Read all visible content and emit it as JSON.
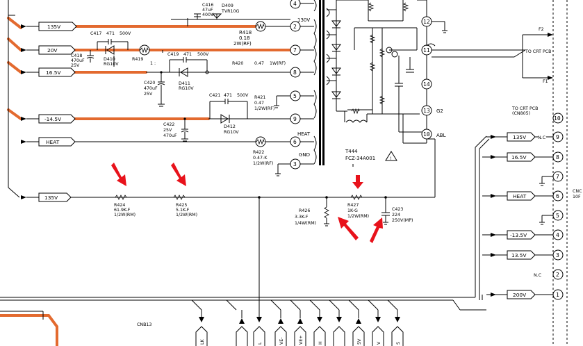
{
  "nets": {
    "left_tags": [
      "135V",
      "20V",
      "16.5V",
      "-14.5V",
      "HEAT",
      "135V"
    ],
    "right_tags": [
      "135V",
      "16.5V",
      "HEAT",
      "-13.5V",
      "13.5V",
      "200V"
    ]
  },
  "components": {
    "c416": [
      "C416",
      "47uF",
      "400V"
    ],
    "d409": [
      "D409",
      "TVR10G"
    ],
    "c417": [
      "C417",
      "471",
      "500V"
    ],
    "c418": [
      "C418",
      "470uF",
      "25V"
    ],
    "d410": [
      "D410",
      "RG10V"
    ],
    "r419": [
      "R419",
      "1 :"
    ],
    "r418": [
      "R418",
      "0.18",
      "2W(RF)"
    ],
    "c419": [
      "C419",
      "471",
      "500V"
    ],
    "r420": [
      "R420",
      "0.47",
      "1W(RF)"
    ],
    "c420": [
      "C420",
      "470uF",
      "25V"
    ],
    "d411": [
      "D411",
      "RG10V"
    ],
    "c421": [
      "C421",
      "471",
      "500V"
    ],
    "r421": [
      "R421",
      "0.47",
      "1/2W(RF)"
    ],
    "c422": [
      "C422",
      "25V",
      "470uF"
    ],
    "d412": [
      "D412",
      "RG10V"
    ],
    "r422": [
      "R422",
      "0.47-K",
      "1/2W(RF)"
    ],
    "r424": [
      "R424",
      "61.9K-F",
      "1/2W(RM)"
    ],
    "r425": [
      "R425",
      "5.1K-F",
      "1/2W(RM)"
    ],
    "r426": [
      "R426",
      "3.3K-F",
      "1/4W(RM)"
    ],
    "r427": [
      "R427",
      "1K-G",
      "1/2W(RM)"
    ],
    "c423": [
      "C423",
      "224",
      "250V(MP)"
    ]
  },
  "transformer": {
    "ref": "T444",
    "part": "FCZ-34A001",
    "pins": [
      "4",
      "2",
      "7",
      "8",
      "5",
      "9",
      "6",
      "3",
      "12",
      "11",
      "14",
      "13",
      "10"
    ],
    "pin_labels": [
      "130V",
      "HEAT",
      "GND",
      "G2",
      "ABL"
    ]
  },
  "connector": {
    "title_line1": "TO CRT PCB",
    "title_line2": "(CN805)",
    "to_crt": "TO CRT PCB",
    "f2": "F2",
    "f1": "F1",
    "pins": [
      "10",
      "9",
      "8",
      "7",
      "6",
      "5",
      "4",
      "3",
      "2",
      "1"
    ],
    "nc": [
      "N.C",
      "N.C"
    ],
    "right_label": [
      "CNC",
      "10F"
    ]
  },
  "bottom": {
    "cnb": "CNB13",
    "bus_labels": [
      "LK",
      "L",
      "VE-",
      "VE+",
      "H",
      "5V",
      "V",
      "S"
    ]
  },
  "annotations": {
    "red_arrows": 5,
    "arrow_color": "#e8121b",
    "wire_highlight": "#e36a2f"
  }
}
